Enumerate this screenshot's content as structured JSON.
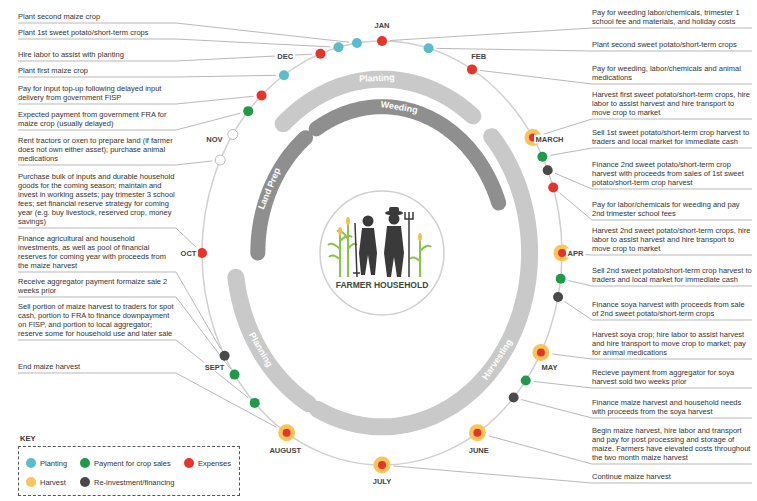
{
  "diagram": {
    "nodes": [
      {
        "text": [
          "FARMER HOUSEHOLD"
        ]
      },
      {
        "text": [
          "Planting"
        ]
      },
      {
        "text": [
          "Weeding"
        ]
      },
      {
        "text": [
          "Harvesting"
        ]
      },
      {
        "text": [
          "Planning"
        ]
      },
      {
        "text": [
          "Land Prep"
        ]
      }
    ],
    "labels": [
      "JAN",
      "FEB",
      "MARCH",
      "APR",
      "MAY",
      "JUNE",
      "JULY",
      "AUGUST",
      "SEPT",
      "OCT",
      "NOV",
      "DEC",
      "Plant second maize crop",
      "Plant 1st sweet potato/short-term crops",
      "Hire labor to assist with planting",
      "Plant first maize crop",
      "Pay for input top-up following delayed input delivery from government FISP",
      "Expected payment from government FRA for maize crop (usually delayed)",
      "Rent tractors or oxen to prepare land (if farmer does not own either asset); purchase animal medications",
      "Purchase bulk of inputs and durable household goods for the coming season; maintain and invest in working assets; pay trimester 3 school fees; set financial reserve strategy for coming year (e.g. buy livestock, reserved crop, money savings)",
      "Finance agricultural and household investments, as well as pool of financial reserves for coming year with proceeds from the maize harvest",
      "Receive aggregator payment formaize sale 2 weeks prior",
      "Sell portion of maize harvest to traders for spot cash, portion to FRA to finance downpayment on FISP, and portion to local aggregator; reserve some for household use and later sale",
      "End maize harvest",
      "Pay for weeding labor/chemicals, trimester 1 school fee and materials, and holiday costs",
      "Plant second sweet potato/short-term crops",
      "Pay for weeding, labor/chemicals and animal medications",
      "Harvest first sweet potato/short-term crops, hire labor to assist harvest and hire transport to move crop to market",
      "Sell 1st sweet potato/short-term crop harvest to traders and local market for immediate cash",
      "Finance 2nd sweet potato/short-term crop harvest with proceeds from sales of 1st sweet potato/short-term crop harvest",
      "Pay for labor/chemicals for weeding and pay 2nd trimester school fees",
      "Harvest 2nd sweet potato/short-term crops, hire labor to assist harvest and hire transport to move crop to market",
      "Sell 2nd sweet potato/short-term crop harvest to traders and local market for immediate cash",
      "Finance soya harvest with proceeds from sale of 2nd sweet potato/short-term crops",
      "Harvest soya crop; hire labor to assist harvest and hire transport to move crop to market; pay for animal medications",
      "Recieve payment from aggregator for soya harvest sold two weeks prior",
      "Finance maize harvest and household needs with proceeds from the soya harvest",
      "Begin maize harvest, hire labor and transport and pay for post processing and storage of maize. Farmers have elevated costs throughout the two month maize harvest",
      "Continue maize harvest",
      "KEY"
    ],
    "legend": [
      {
        "text": "Planting",
        "color": "#5bbccc"
      },
      {
        "text": "Harvest",
        "color": "#f7c55a"
      },
      {
        "text": "Payment for crop sales",
        "color": "#1f9a48"
      },
      {
        "text": "Re-investment/financing",
        "color": "#4a4a4a"
      },
      {
        "text": "Expenses",
        "color": "#e8332a"
      }
    ]
  }
}
